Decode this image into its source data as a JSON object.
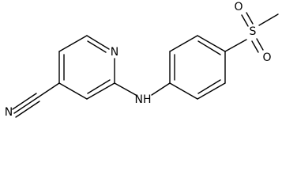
{
  "structure": {
    "atoms": {
      "nitrile_n": "N",
      "ring_n": "N",
      "amine_n": "NH",
      "sulfur": "S",
      "oxygen_upper": "O",
      "oxygen_lower": "O"
    }
  },
  "colors": {
    "bond": "#000000",
    "text": "#000000",
    "background": "#ffffff"
  }
}
